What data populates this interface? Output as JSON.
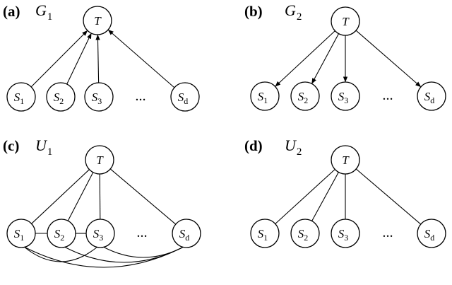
{
  "panels": [
    {
      "tag": "(a)",
      "name": "G",
      "name_sub": "1",
      "edge_style": "sources-to-target"
    },
    {
      "tag": "(b)",
      "name": "G",
      "name_sub": "2",
      "edge_style": "target-to-sources"
    },
    {
      "tag": "(c)",
      "name": "U",
      "name_sub": "1",
      "edge_style": "undirected-complete"
    },
    {
      "tag": "(d)",
      "name": "U",
      "name_sub": "2",
      "edge_style": "undirected-star"
    }
  ],
  "nodes": {
    "target": "T",
    "source_letter": "S",
    "source_subs": [
      "1",
      "2",
      "3",
      "d"
    ]
  },
  "ellipsis": "…"
}
